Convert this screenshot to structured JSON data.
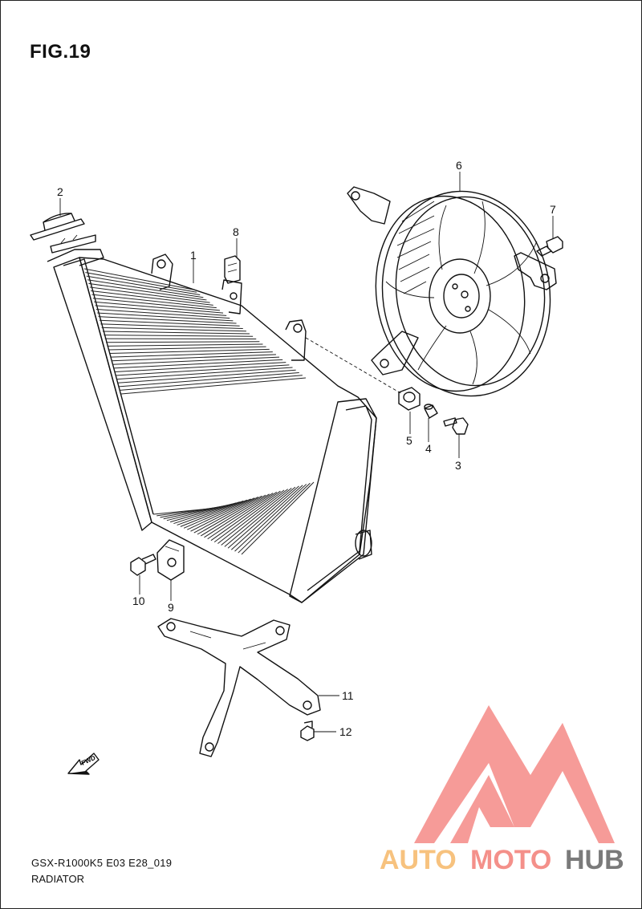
{
  "figure": {
    "title": "FIG.19",
    "model_code": "GSX-R1000K5 E03 E28_019",
    "section_name": "RADIATOR"
  },
  "callouts": [
    {
      "id": "1",
      "part": "radiator"
    },
    {
      "id": "2",
      "part": "radiator-cap"
    },
    {
      "id": "3",
      "part": "bolt"
    },
    {
      "id": "4",
      "part": "collar"
    },
    {
      "id": "5",
      "part": "grommet"
    },
    {
      "id": "6",
      "part": "cooling-fan"
    },
    {
      "id": "7",
      "part": "fan-bolt"
    },
    {
      "id": "8",
      "part": "clip"
    },
    {
      "id": "9",
      "part": "lower-bracket-mount"
    },
    {
      "id": "10",
      "part": "bracket-bolt"
    },
    {
      "id": "11",
      "part": "lower-bracket"
    },
    {
      "id": "12",
      "part": "bracket-bolt"
    }
  ],
  "fwd_arrow": {
    "label": "FWD"
  },
  "watermark": {
    "text_part1": "AUTO",
    "text_part2": "MOTO",
    "text_part3": "HUB",
    "colors": {
      "logo": "#f48a86",
      "auto": "#f7c27e",
      "moto": "#f4908a",
      "hub": "#7a7a7a"
    }
  }
}
